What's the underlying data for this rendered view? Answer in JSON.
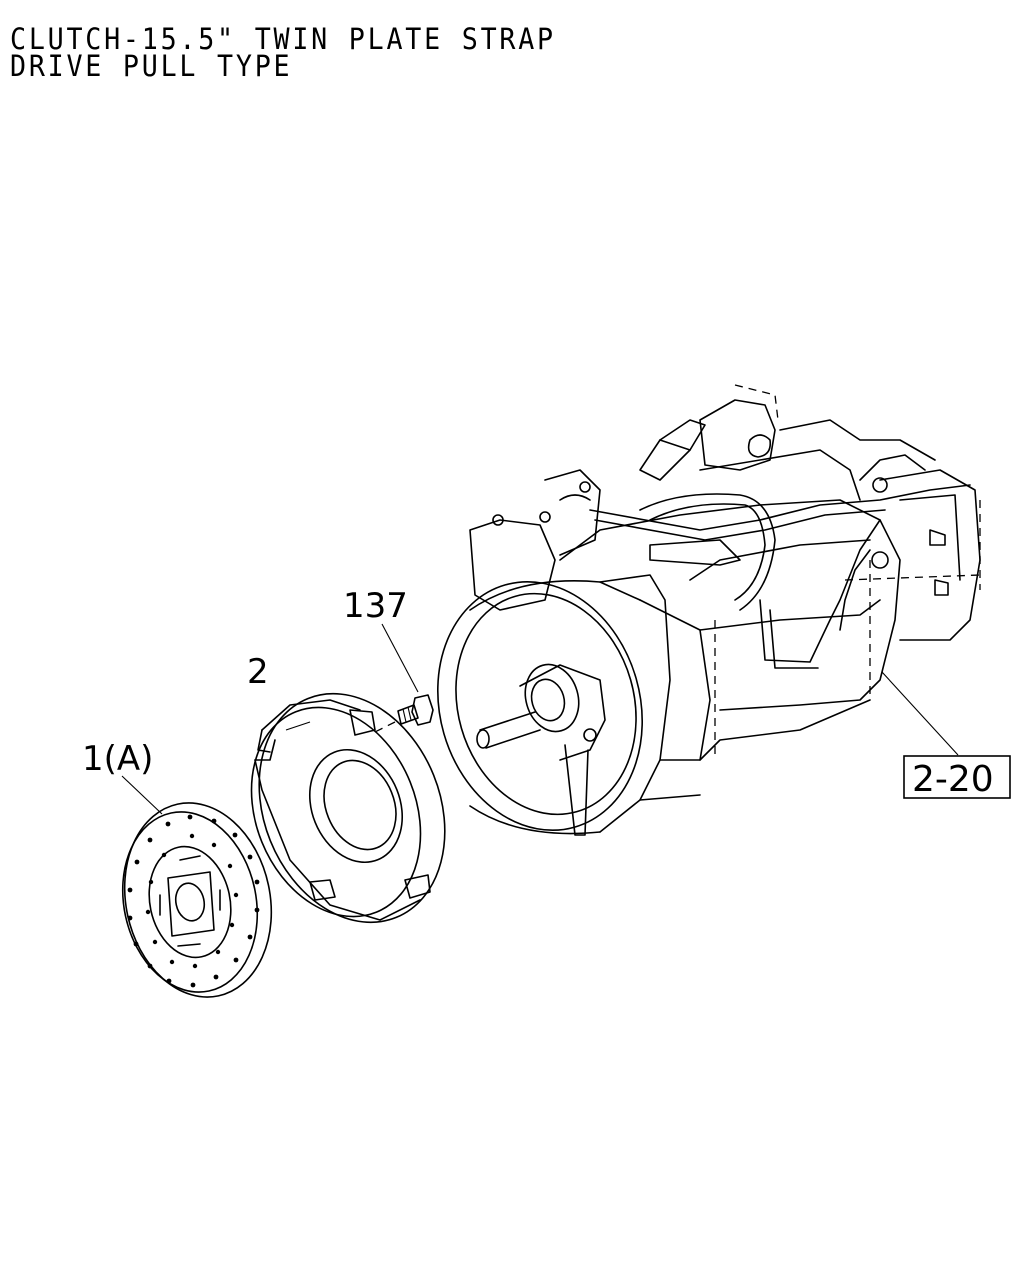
{
  "header": {
    "title_line1": "CLUTCH-15.5\" TWIN PLATE STRAP",
    "title_line2": "DRIVE PULL TYPE"
  },
  "callouts": {
    "disc": "1(A)",
    "cover": "2",
    "bolt": "137",
    "transmission_ref": "2-20"
  }
}
